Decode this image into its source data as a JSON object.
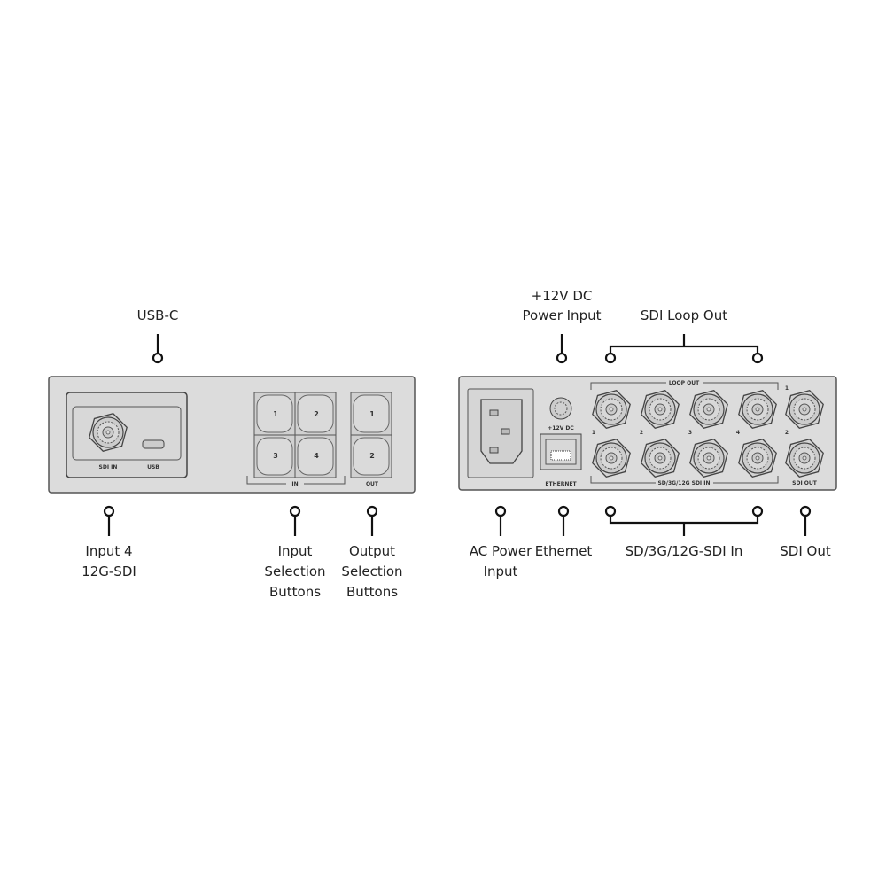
{
  "front_panel": {
    "callouts": {
      "usb_c": "USB-C",
      "input4_line1": "Input 4",
      "input4_line2": "12G-SDI",
      "input_sel_line1": "Input",
      "input_sel_line2": "Selection",
      "input_sel_line3": "Buttons",
      "output_sel_line1": "Output",
      "output_sel_line2": "Selection",
      "output_sel_line3": "Buttons"
    },
    "panel_text": {
      "sdi_in": "SDI IN",
      "usb": "USB",
      "in": "IN",
      "out": "OUT",
      "in_buttons": [
        "1",
        "2",
        "3",
        "4"
      ],
      "out_buttons": [
        "1",
        "2"
      ]
    }
  },
  "rear_panel": {
    "callouts": {
      "dc_line1": "+12V DC",
      "dc_line2": "Power Input",
      "loop_out": "SDI Loop Out",
      "ac_line1": "AC Power",
      "ac_line2": "Input",
      "ethernet": "Ethernet",
      "sdi_in": "SD/3G/12G-SDI In",
      "sdi_out": "SDI Out"
    },
    "panel_text": {
      "loop_out": "LOOP OUT",
      "dc": "+12V DC",
      "ethernet": "ETHERNET",
      "sdi_in": "SD/3G/12G SDI IN",
      "sdi_out": "SDI OUT",
      "input_numbers": [
        "1",
        "2",
        "3",
        "4"
      ],
      "output_numbers": [
        "1",
        "2"
      ]
    }
  }
}
